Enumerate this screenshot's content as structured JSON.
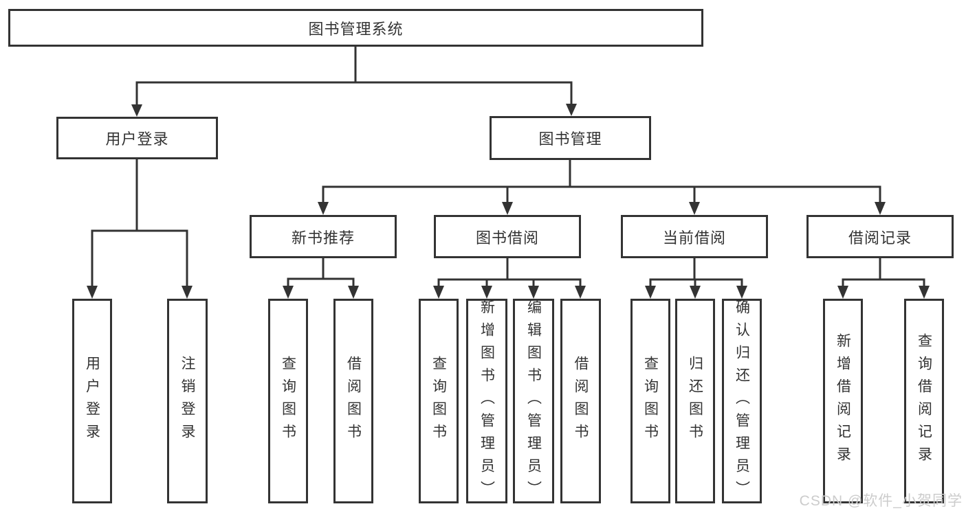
{
  "tree": {
    "label": "图书管理系统",
    "children": [
      {
        "label": "用户登录",
        "children": [
          {
            "label": "用户登录"
          },
          {
            "label": "注销登录"
          }
        ]
      },
      {
        "label": "图书管理",
        "children": [
          {
            "label": "新书推荐",
            "children": [
              {
                "label": "查询图书"
              },
              {
                "label": "借阅图书"
              }
            ]
          },
          {
            "label": "图书借阅",
            "children": [
              {
                "label": "查询图书"
              },
              {
                "label": "新增图书（管理员）"
              },
              {
                "label": "编辑图书（管理员）"
              },
              {
                "label": "借阅图书"
              }
            ]
          },
          {
            "label": "当前借阅",
            "children": [
              {
                "label": "查询图书"
              },
              {
                "label": "归还图书"
              },
              {
                "label": "确认归还（管理员）"
              }
            ]
          },
          {
            "label": "借阅记录",
            "children": [
              {
                "label": "新增借阅记录"
              },
              {
                "label": "查询借阅记录"
              }
            ]
          }
        ]
      }
    ]
  },
  "watermark": {
    "text": "CSDN @软件_小贺同学"
  },
  "colors": {
    "line": "#333333",
    "text": "#333333",
    "box_background": "#ffffff",
    "watermark": "#cccccc"
  }
}
